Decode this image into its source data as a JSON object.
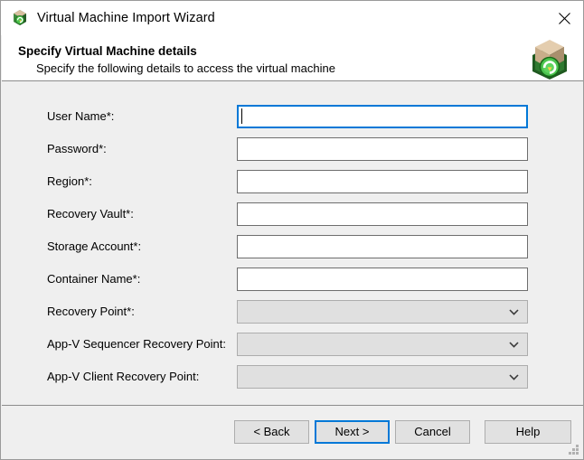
{
  "window": {
    "title": "Virtual Machine Import Wizard",
    "app_icon": "import-package-icon",
    "close_icon": "close-icon",
    "resize_grip": "resize-grip"
  },
  "header": {
    "title": "Specify Virtual Machine details",
    "subtitle": "Specify the following details to access the virtual machine",
    "banner_icon": "import-package-banner-icon"
  },
  "form": {
    "fields": [
      {
        "label": "User Name*:",
        "type": "text",
        "value": "",
        "focused": true,
        "disabled": false
      },
      {
        "label": "Password*:",
        "type": "text",
        "value": "",
        "focused": false,
        "disabled": false
      },
      {
        "label": "Region*:",
        "type": "text",
        "value": "",
        "focused": false,
        "disabled": false
      },
      {
        "label": "Recovery Vault*:",
        "type": "text",
        "value": "",
        "focused": false,
        "disabled": false
      },
      {
        "label": "Storage Account*:",
        "type": "text",
        "value": "",
        "focused": false,
        "disabled": false
      },
      {
        "label": "Container Name*:",
        "type": "text",
        "value": "",
        "focused": false,
        "disabled": false
      },
      {
        "label": "Recovery Point*:",
        "type": "select",
        "value": "",
        "focused": false,
        "disabled": true
      },
      {
        "label": "App-V Sequencer Recovery Point:",
        "type": "select",
        "value": "",
        "focused": false,
        "disabled": true
      },
      {
        "label": "App-V Client Recovery Point:",
        "type": "select",
        "value": "",
        "focused": false,
        "disabled": true
      }
    ]
  },
  "footer": {
    "buttons": [
      {
        "label": "< Back",
        "default": false
      },
      {
        "label": "Next >",
        "default": true
      },
      {
        "label": "Cancel",
        "default": false
      },
      {
        "label": "Help",
        "default": false
      }
    ]
  },
  "colors": {
    "accent": "#0078d7",
    "window_bg": "#efefef",
    "header_bg": "#ffffff",
    "field_border": "#6e6e6e",
    "disabled_fill": "#e0e0e0",
    "button_fill": "#e1e1e1"
  }
}
